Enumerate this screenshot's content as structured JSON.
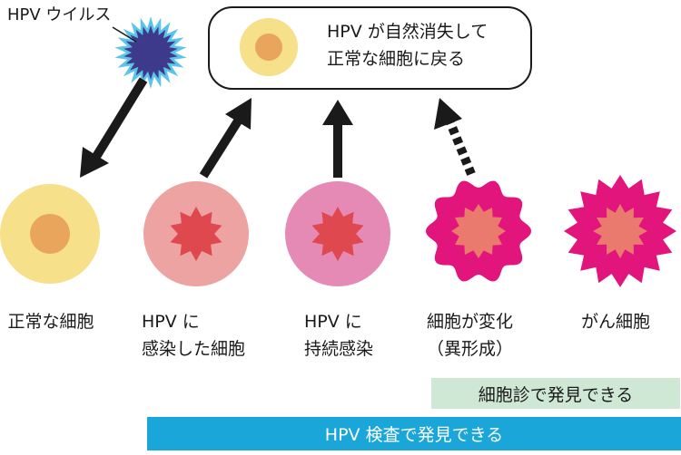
{
  "virus_label": "HPV ウイルス",
  "result_box": {
    "line1": "HPV が自然消失して",
    "line2": "正常な細胞に戻る"
  },
  "stages": [
    {
      "line1": "正常な細胞",
      "line2": ""
    },
    {
      "line1": "HPV に",
      "line2": "感染した細胞"
    },
    {
      "line1": "HPV に",
      "line2": "持続感染"
    },
    {
      "line1": "細胞が変化",
      "line2": "（異形成）"
    },
    {
      "line1": "がん細胞",
      "line2": ""
    }
  ],
  "detection": {
    "cytology": "細胞診で発見できる",
    "hpv_test": "HPV 検査で発見できる"
  },
  "colors": {
    "normal_outer": "#f7e08a",
    "normal_inner": "#e9a55b",
    "infected_outer": "#eea3a3",
    "infected_inner": "#e0484f",
    "persistent_outer": "#e58ab4",
    "persistent_inner": "#e0484f",
    "dysplasia": "#e2157d",
    "dysplasia_inner": "#ea7a6e",
    "virus_outer": "#5bc4e8",
    "virus_inner": "#3d3a8c",
    "cytology_bar": "#cfe8d6",
    "hpv_bar": "#1aa6d9"
  }
}
